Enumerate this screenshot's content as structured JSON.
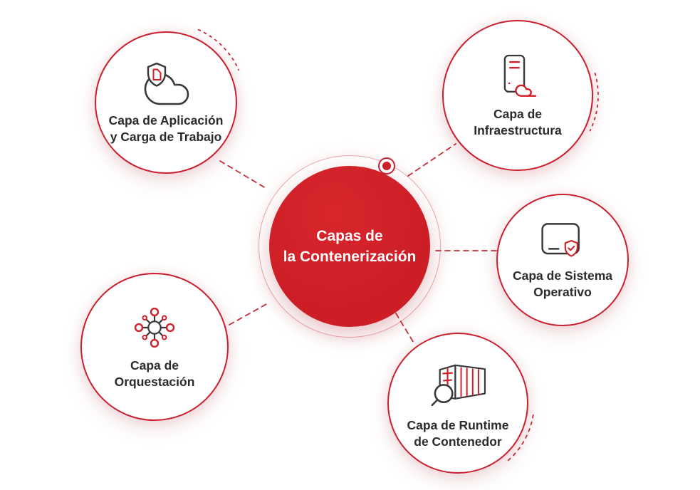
{
  "diagram": {
    "center": {
      "line1": "Capas de",
      "line2": "la Contenerización"
    },
    "nodes": {
      "application": {
        "line1": "Capa de Aplicación",
        "line2": "y Carga de Trabajo",
        "icon": "cloud-shield-document-icon"
      },
      "infrastructure": {
        "line1": "Capa de",
        "line2": "Infraestructura",
        "icon": "server-cloud-icon"
      },
      "operating_system": {
        "line1": "Capa de Sistema",
        "line2": "Operativo",
        "icon": "window-shield-check-icon"
      },
      "orchestration": {
        "line1": "Capa de",
        "line2": "Orquestación",
        "icon": "network-hub-icon"
      },
      "runtime": {
        "line1": "Capa de Runtime",
        "line2": "de Contenedor",
        "icon": "container-magnifier-icon"
      }
    },
    "colors": {
      "accent_red": "#cd1f27",
      "border_red": "#c8202f",
      "icon_dark": "#383838",
      "label_text": "#2b2b2b",
      "background": "#ffffff"
    }
  }
}
